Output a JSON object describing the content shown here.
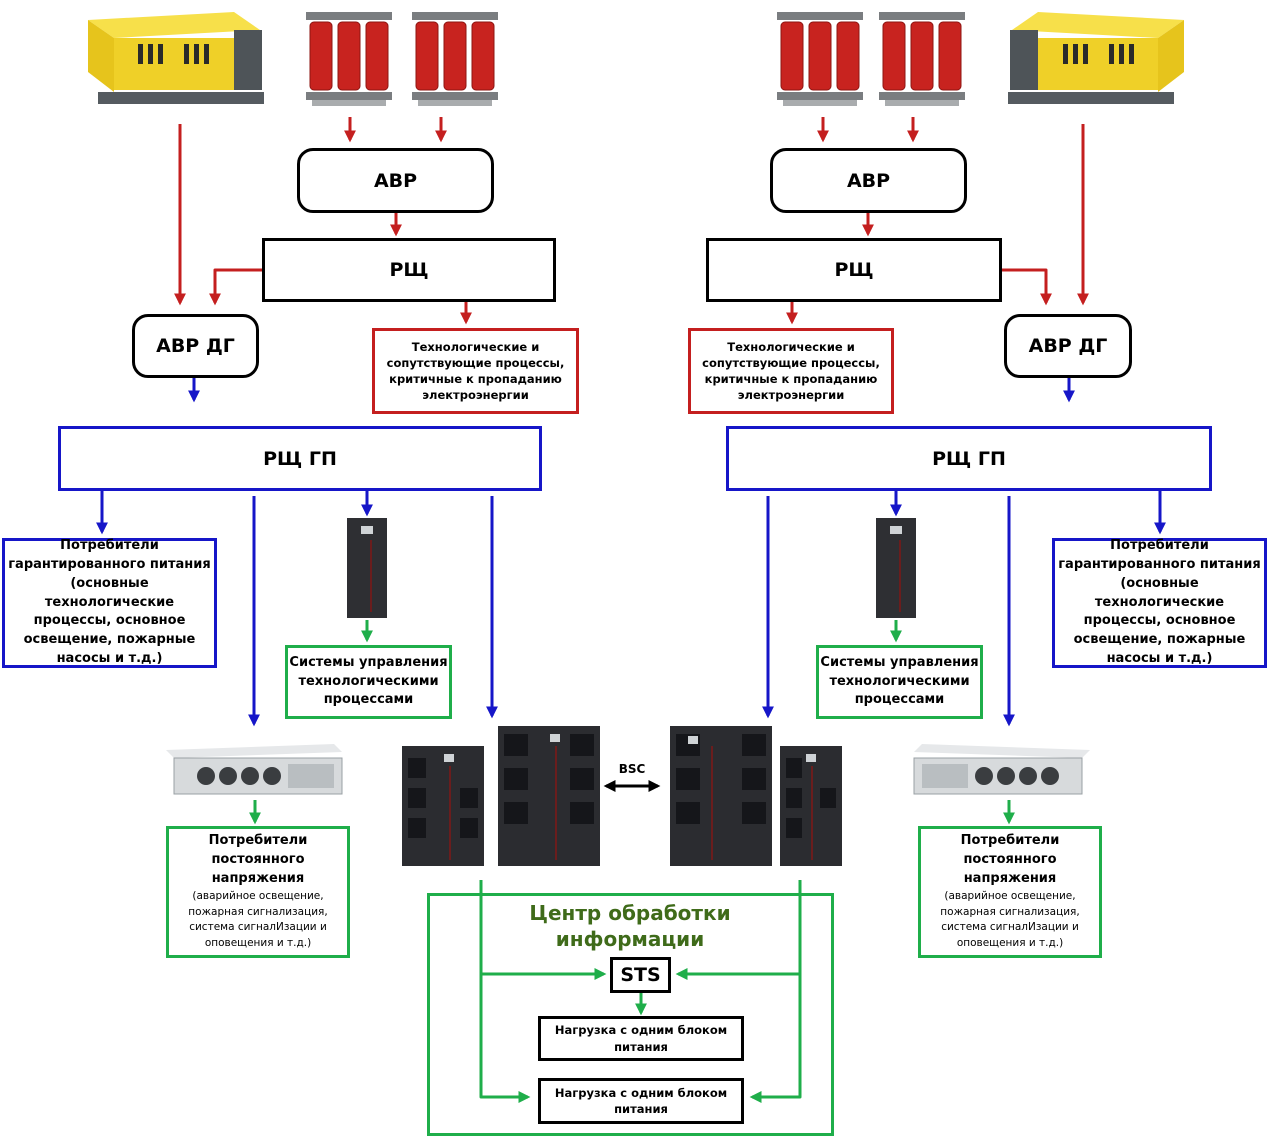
{
  "colors": {
    "red": "#c41f1f",
    "blue": "#1616c8",
    "green": "#1fae4a",
    "black": "#000000",
    "center_title": "#3f6b1a"
  },
  "icons": {
    "generator": "diesel-generator-icon",
    "transformer": "dry-transformer-icon",
    "ups": "ups-cabinet-icon",
    "rectifier": "dc-rectifier-rack-icon"
  },
  "left": {
    "avr": "АВР",
    "rsh": "РЩ",
    "avr_dg": "АВР ДГ",
    "critical": "Технологические и\nсопутствующие процессы,\nкритичные к пропаданию\nэлектроэнергии",
    "rsh_gp": "РЩ ГП",
    "guaranteed": "Потребители\nгарантированного питания\n(основные технологические\nпроцессы, основное\nосвещение, пожарные\nнасосы и т.д.)",
    "control": "Системы управления\nтехнологическими\nпроцессами",
    "dc_title": "Потребители\nпостоянного\nнапряжения",
    "dc_note": "(аварийное освещение,\nпожарная сигнализация,\nсистема сигналИзации и\nоповещения и т.д.)"
  },
  "right": {
    "avr": "АВР",
    "rsh": "РЩ",
    "avr_dg": "АВР ДГ",
    "critical": "Технологические и\nсопутствующие процессы,\nкритичные к пропаданию\nэлектроэнергии",
    "rsh_gp": "РЩ ГП",
    "guaranteed": "Потребители\nгарантированного питания\n(основные технологические\nпроцессы, основное\nосвещение, пожарные\nнасосы и т.д.)",
    "control": "Системы управления\nтехнологическими\nпроцессами",
    "dc_title": "Потребители\nпостоянного\nнапряжения",
    "dc_note": "(аварийное освещение,\nпожарная сигнализация,\nсистема сигналИзации и\nоповещения и т.д.)"
  },
  "center": {
    "title": "Центр обработки\nинформации",
    "sts": "STS",
    "load1": "Нагрузка с одним блоком\nпитания",
    "load2": "Нагрузка с одним блоком\nпитания",
    "bsc": "BSC"
  }
}
